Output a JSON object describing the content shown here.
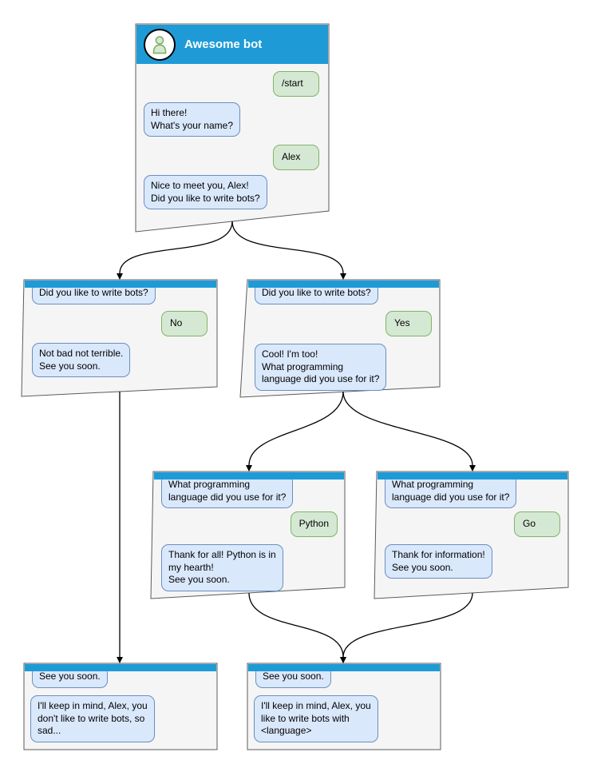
{
  "palette": {
    "header": "#1e9bd7",
    "panel_fill": "#f5f5f5",
    "panel_border": "#5b5b5b",
    "bot_fill": "#dae8fc",
    "bot_border": "#6c8ebf",
    "user_fill": "#d5e8d4",
    "user_border": "#82b366",
    "line": "#000000"
  },
  "windows": {
    "start": {
      "title": "Awesome bot",
      "m1": "/start",
      "m2": "Hi there!\nWhat's your name?",
      "m3": "Alex",
      "m4": "Nice to meet you, Alex!\nDid you like to write bots?"
    },
    "branch_no": {
      "m1": "Did you like to write bots?",
      "m2": "No",
      "m3": "Not bad not terrible.\nSee you soon."
    },
    "branch_yes": {
      "m1": "Did you like to write bots?",
      "m2": "Yes",
      "m3": "Cool! I'm too!\nWhat programming\nlanguage did you use for it?"
    },
    "branch_python": {
      "m1": "What programming\nlanguage did you use for it?",
      "m2": "Python",
      "m3": "Thank for all! Python is in\nmy hearth!\nSee you soon."
    },
    "branch_go": {
      "m1": "What programming\nlanguage did you use for it?",
      "m2": "Go",
      "m3": "Thank for information!\nSee you soon."
    },
    "end_no": {
      "m1": "See you soon.",
      "m2": "I'll keep in mind, Alex, you\ndon't like to write bots, so\nsad..."
    },
    "end_yes": {
      "m1": "See you soon.",
      "m2": "I'll keep in mind, Alex, you\nlike to write bots with\n<language>"
    }
  }
}
